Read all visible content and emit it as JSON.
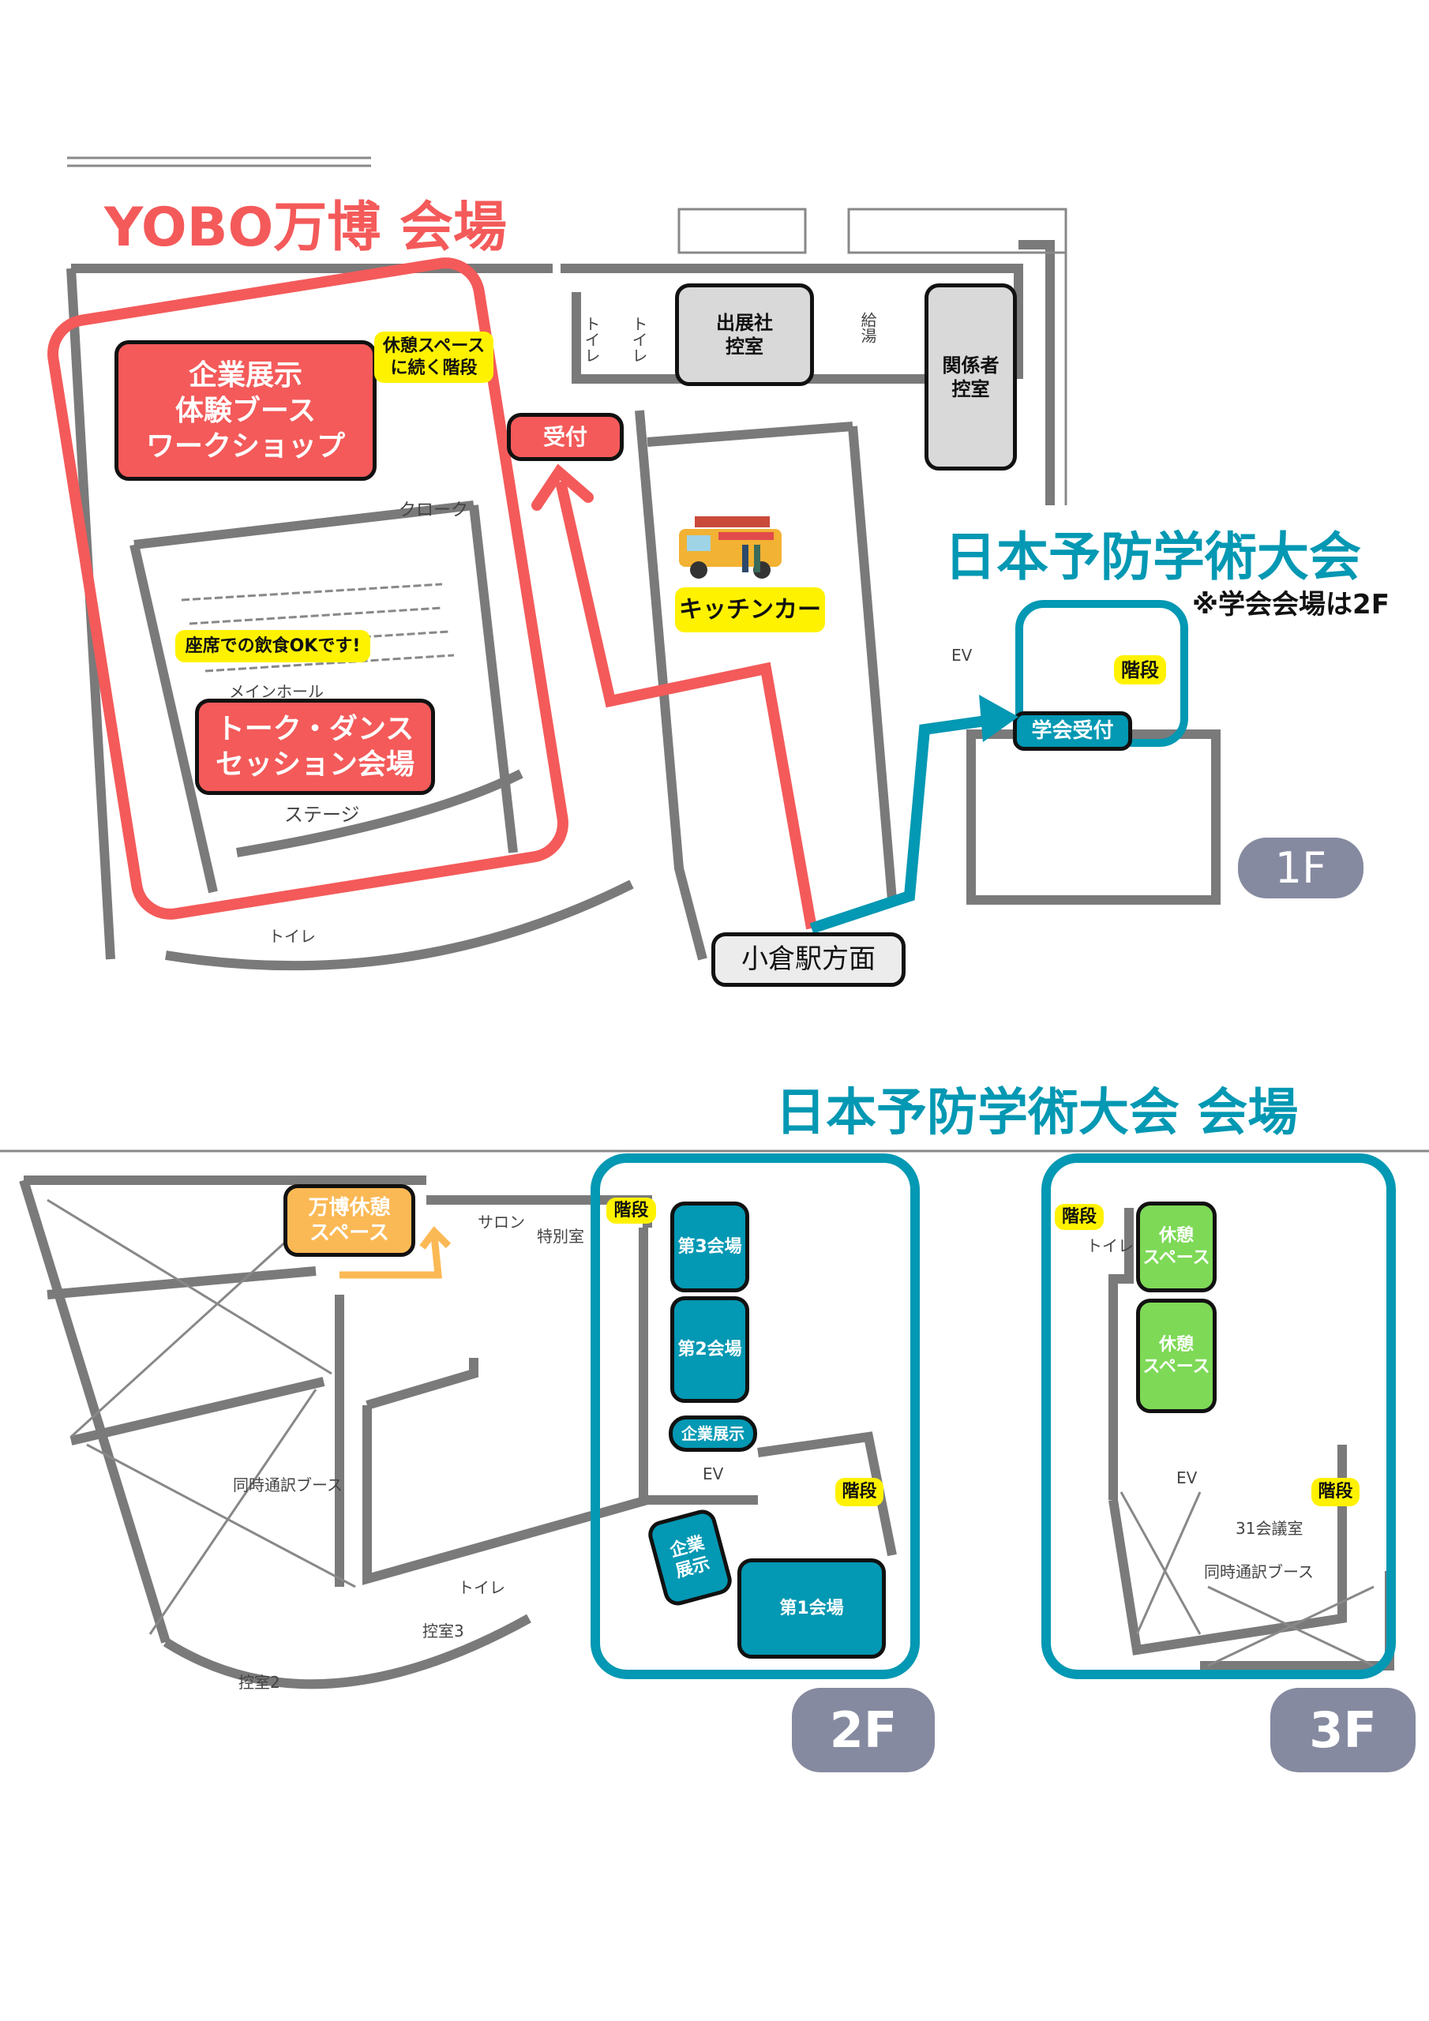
{
  "first_floor": {
    "title": "YOBO万博 会場",
    "exhibit_box": "企業展示\n体験ブース\nワークショップ",
    "stairs_note": "休憩スペース\nに続く階段",
    "reception": "受付",
    "eating_note": "座席での飲食OKです!",
    "talk_box": "トーク・ダンス\nセッション会場",
    "kitchen_car": "キッチンカー",
    "exhibitor_room": "出展社\n控室",
    "staff_room": "関係者\n控室",
    "conference_title": "日本予防学術大会",
    "conference_note": "※学会会場は2F",
    "stairs": "階段",
    "conference_reception": "学会受付",
    "floor_badge": "1F",
    "station_direction": "小倉駅方面",
    "plan_labels": {
      "stage": "ステージ",
      "main_hall": "メインホール",
      "cloak": "クローク",
      "toilet": "トイレ",
      "kyuto": "給湯",
      "ev": "EV"
    }
  },
  "upper_floors": {
    "title": "日本予防学術大会 会場",
    "second": {
      "expo_rest": "万博休憩\nスペース",
      "stairs": "階段",
      "hall3": "第3会場",
      "hall2": "第2会場",
      "exhibit": "企業展示",
      "exhibit2": "企業\n展示",
      "hall1": "第1会場",
      "badge": "2F",
      "plan_labels": {
        "salon": "サロン",
        "special_room": "特別室",
        "interpreter_booth": "同時通訳ブース",
        "waiting3": "控室3",
        "waiting2": "控室2",
        "toilet": "トイレ",
        "ev": "EV"
      }
    },
    "third": {
      "stairs": "階段",
      "rest1": "休憩\nスペース",
      "rest2": "休憩\nスペース",
      "badge": "3F",
      "plan_labels": {
        "meeting31": "31会議室",
        "interpreter_booth": "同時通訳ブース",
        "toilet": "トイレ",
        "ev": "EV"
      }
    }
  },
  "colors": {
    "yobo_red": "#f45a5a",
    "conference_teal": "#0398b3",
    "highlight_yellow": "#fff200",
    "rest_orange": "#fbb955",
    "rest_green": "#7ed957",
    "floor_badge": "#858aa0"
  }
}
